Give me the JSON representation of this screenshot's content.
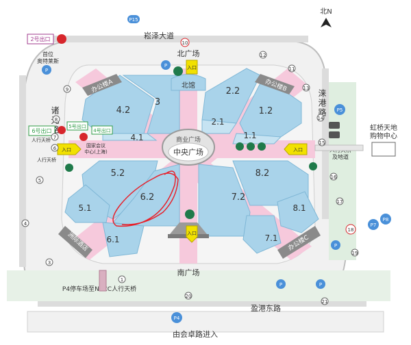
{
  "compass": {
    "label": "北N"
  },
  "roads": {
    "north": "崧泽大道",
    "west": "诸光路",
    "east": "涞港路",
    "south": "盈港东路",
    "south_entry": "由会卓路进入",
    "bridge_note": "P4停车场至NECC人行天桥"
  },
  "plazas": {
    "north": "北广场",
    "south": "南广场",
    "center_top": "商业广场",
    "center": "中央广场",
    "north_hall": "北馆"
  },
  "halls": {
    "h4_2": "4.2",
    "h3": "3",
    "h2_2": "2.2",
    "h1_2": "1.2",
    "h4_1": "4.1",
    "h2_1": "2.1",
    "h1_1": "1.1",
    "h5_2": "5.2",
    "h6_2": "6.2",
    "h7_2": "7.2",
    "h8_2": "8.2",
    "h5_1": "5.1",
    "h6_1": "6.1",
    "h7_1": "7.1",
    "h8_1": "8.1"
  },
  "towers": {
    "a": "办公楼A",
    "b": "办公楼B",
    "c": "办公楼C",
    "hotel": "洲际酒店"
  },
  "entrance": "入口",
  "parking": {
    "p15": "P15",
    "p5": "P5",
    "p7": "P7",
    "p8": "P8",
    "p4": "P4",
    "p": "P"
  },
  "metro": {
    "exit2": "2号出口",
    "exit6": "6号出口",
    "exit5": "5号出口",
    "exit4": "4号出口",
    "outlets_line1": "首位",
    "outlets_line2": "奥特莱斯",
    "ped_bridge": "人行天桥",
    "necc_line1": "国家会议",
    "necc_line2": "中心(上海)",
    "east_bridge_line1": "人行天桥",
    "east_bridge_line2": "及地道"
  },
  "hongqiao": {
    "line1": "虹桥天地",
    "line2": "购物中心"
  },
  "gates": {
    "g1": "1",
    "g3": "3",
    "g4": "4",
    "g5": "5",
    "g6": "6",
    "g7": "7",
    "g8": "8",
    "g9": "9",
    "g10": "10",
    "g11": "11",
    "g12": "12",
    "g13": "13",
    "g14": "14",
    "g15": "15",
    "g16": "16",
    "g17": "17",
    "g18": "18",
    "g19": "19",
    "g20": "20",
    "g21": "21"
  },
  "colors": {
    "road": "#dedede",
    "hall": "#a9d3ea",
    "hall_alt": "#c6e3f2",
    "plaza": "#f6c9dc",
    "metro": "#d7262c",
    "parking": "#4a90d9",
    "entrance": "#f2e100",
    "tower": "#8a8a8a",
    "highlight": "#e8202a"
  }
}
